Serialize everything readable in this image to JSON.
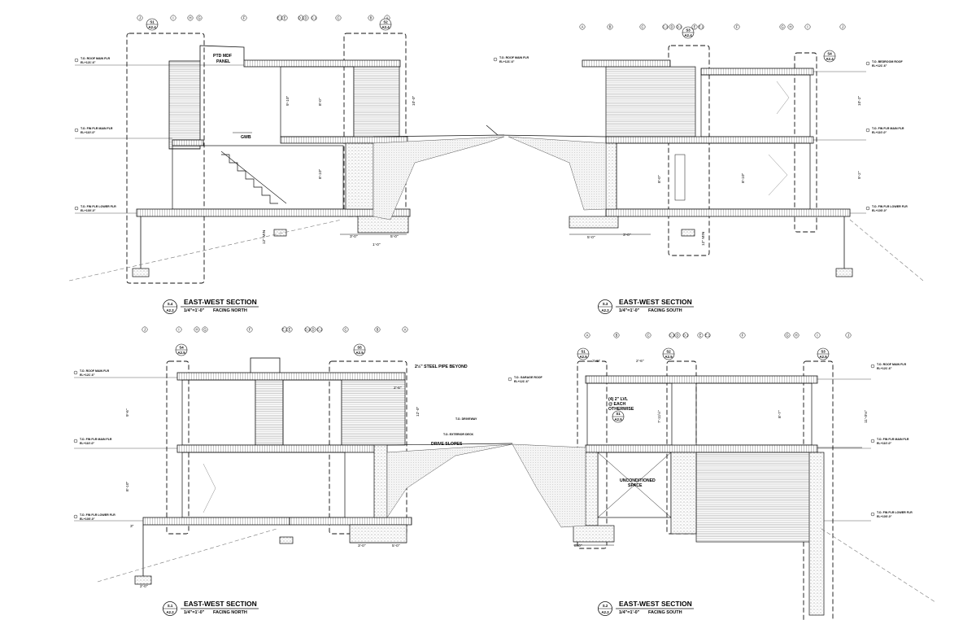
{
  "sections": [
    {
      "id": "s4",
      "tag_top": "S.4",
      "tag_bottom": "A2.2",
      "title": "EAST-WEST SECTION",
      "scale": "1/4\"=1'-0\"",
      "facing": "FACING NORTH",
      "grid_labels": [
        "J",
        "I",
        "H",
        "G",
        "F",
        "E.1",
        "E",
        "D.1",
        "D",
        "C.1",
        "C",
        "B",
        "A"
      ],
      "detail_tags": [
        {
          "top": "S1",
          "bottom": "A2.4"
        },
        {
          "top": "S2",
          "bottom": "A2.4"
        }
      ],
      "notes": [
        "PTD MDF",
        "PANEL",
        "GWB"
      ],
      "dims": [
        "9'-10\"",
        "8'-0\"",
        "10'-0\"",
        "8'-10\"",
        "3'-0\"",
        "5'-0\"",
        "1'-0\"",
        "12\" MIN"
      ],
      "levels": [
        {
          "name": "T.O. ROOF MAIN FLR",
          "elev": "EL+121'-6\""
        },
        {
          "name": "T.O. FIN FLR MAIN FLR",
          "elev": "EL+110'-0\""
        },
        {
          "name": "T.O. FIN FLR LOWER FLR",
          "elev": "EL+100'-0\""
        }
      ]
    },
    {
      "id": "s3",
      "tag_top": "S.3",
      "tag_bottom": "A2.2",
      "title": "EAST-WEST SECTION",
      "scale": "1/4\"=1'-0\"",
      "facing": "FACING SOUTH",
      "grid_labels": [
        "A",
        "B",
        "C",
        "C.1",
        "D",
        "D.1",
        "E",
        "E.1",
        "F",
        "G",
        "H",
        "I",
        "J"
      ],
      "detail_tags": [
        {
          "top": "S3",
          "bottom": "A2.4"
        },
        {
          "top": "S4",
          "bottom": "A2.4"
        }
      ],
      "notes": [],
      "dims": [
        "10'-2\"",
        "9'-2\"",
        "8'-0\"",
        "8'-10\"",
        "5'-0\"",
        "3'-0\"",
        "12\" MIN"
      ],
      "levels": [
        {
          "name": "T.O. ROOF MAIN FLR",
          "elev": "EL+121'-6\""
        },
        {
          "name": "T.O. FIN FLR MAIN FLR",
          "elev": "EL+110'-0\""
        },
        {
          "name": "T.O. FIN FLR LOWER FLR",
          "elev": "EL+100'-0\""
        },
        {
          "name": "T.O. BEDROOM ROOF",
          "elev": "EL+121'-6\""
        }
      ]
    },
    {
      "id": "s1",
      "tag_top": "S.1",
      "tag_bottom": "A2.2",
      "title": "EAST-WEST SECTION",
      "scale": "1/4\"=1'-0\"",
      "facing": "FACING NORTH",
      "grid_labels": [
        "J",
        "I",
        "H",
        "G",
        "F",
        "E.1",
        "E",
        "D.1",
        "D",
        "C.1",
        "C",
        "B",
        "A"
      ],
      "detail_tags": [
        {
          "top": "S4",
          "bottom": "A2.5"
        },
        {
          "top": "S5",
          "bottom": "A2.5"
        }
      ],
      "notes": [
        "2½\" STEEL PIPE BEYOND",
        "DRIVE SLOPES",
        "T.O. DRIVEWAY",
        "T.O. EXTERIOR DECK"
      ],
      "dims": [
        "9'-6\"",
        "8'-10\"",
        "12'-0\"",
        "3'-0\"",
        "5'-0\"",
        "2'-0\"",
        "2'-6\"",
        "3\""
      ],
      "levels": [
        {
          "name": "T.O. ROOF MAIN FLR",
          "elev": "EL+121'-6\""
        },
        {
          "name": "T.O. FIN FLR MAIN FLR",
          "elev": "EL+110'-0\""
        },
        {
          "name": "T.O. FIN FLR LOWER FLR",
          "elev": "EL+100'-0\""
        }
      ]
    },
    {
      "id": "s2",
      "tag_top": "S.2",
      "tag_bottom": "A2.2",
      "title": "EAST-WEST SECTION",
      "scale": "1/4\"=1'-0\"",
      "facing": "FACING SOUTH",
      "grid_labels": [
        "A",
        "B",
        "C",
        "C.1",
        "D",
        "D.1",
        "E",
        "E.1",
        "F",
        "G",
        "H",
        "I",
        "J"
      ],
      "detail_tags": [
        {
          "top": "S1",
          "bottom": "A2.5"
        },
        {
          "top": "S2",
          "bottom": "A2.5"
        },
        {
          "top": "S3",
          "bottom": "A2.5"
        },
        {
          "top": "S1",
          "bottom": "A2.5"
        }
      ],
      "notes": [
        "(4) 2\" LVL",
        "@ EACH",
        "OTHERWISE",
        "UNCONDITIONED",
        "SPACE"
      ],
      "dims": [
        "2'-6\"",
        "2'-6\"",
        "7'-11½\"",
        "8'-7\"",
        "11'-0⅛\"",
        "8'-0\""
      ],
      "levels": [
        {
          "name": "T.O. GARAGE ROOF",
          "elev": "EL+121'-6\""
        },
        {
          "name": "T.O. ROOF MAIN FLR",
          "elev": "EL+121'-6\""
        },
        {
          "name": "T.O. FIN FLR MAIN FLR",
          "elev": "EL+110'-0\""
        },
        {
          "name": "T.O. FIN FLR LOWER FLR",
          "elev": "EL+100'-0\""
        }
      ]
    }
  ]
}
